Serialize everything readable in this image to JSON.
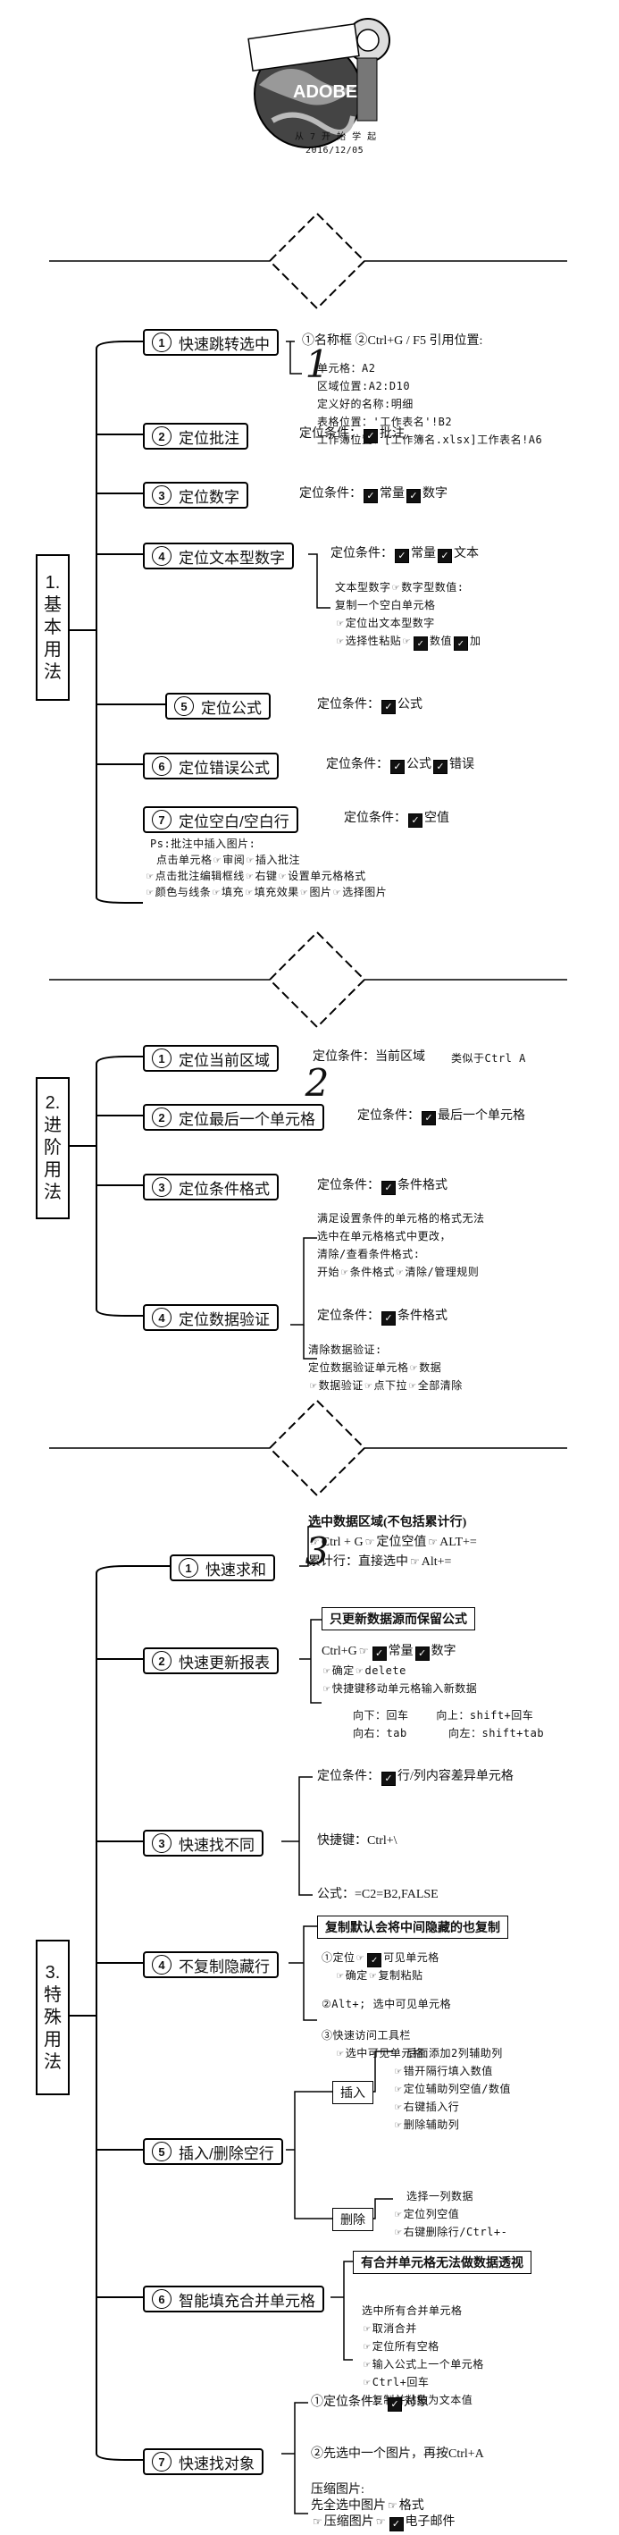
{
  "logo": {
    "text": "ADOBE",
    "sub1": "从 7 开 始 学 起",
    "sub2": "2016/12/05"
  },
  "sections": [
    {
      "num": "1",
      "category": [
        "1.",
        "基",
        "本",
        "用",
        "法"
      ]
    },
    {
      "num": "2",
      "category": [
        "2.",
        "进",
        "阶",
        "用",
        "法"
      ]
    },
    {
      "num": "3",
      "category": [
        "3.",
        "特",
        "殊",
        "用",
        "法"
      ]
    }
  ],
  "s1": {
    "n1": {
      "badge": "1",
      "label": "快速跳转选中",
      "title": "①名称框 ②Ctrl+G / F5 引用位置:",
      "lines": [
        "单元格：A2",
        "区域位置:A2:D10",
        "定义好的名称:明细",
        "表格位置：'工作表名'!B2",
        "工作簿位置：[工作簿名.xlsx]工作表名!A6"
      ]
    },
    "n2": {
      "badge": "2",
      "label": "定位批注",
      "cond": "定位条件：",
      "opt1": "批注"
    },
    "n3": {
      "badge": "3",
      "label": "定位数字",
      "cond": "定位条件：",
      "opt1": "常量",
      "opt2": "数字"
    },
    "n4": {
      "badge": "4",
      "label": "定位文本型数字",
      "cond": "定位条件：",
      "opt1": "常量",
      "opt2": "文本",
      "lines": [
        "文本型数字",
        "数字型数值:",
        "复制一个空白单元格",
        "定位出文本型数字",
        "选择性粘贴",
        "数值",
        "加"
      ]
    },
    "n5": {
      "badge": "5",
      "label": "定位公式",
      "cond": "定位条件：",
      "opt1": "公式"
    },
    "n6": {
      "badge": "6",
      "label": "定位错误公式",
      "cond": "定位条件：",
      "opt1": "公式",
      "opt2": "错误"
    },
    "n7": {
      "badge": "7",
      "label": "定位空白/空白行",
      "cond": "定位条件：",
      "opt1": "空值"
    },
    "notes": [
      "Ps:批注中插入图片:",
      "点击单元格",
      "审阅",
      "插入批注",
      "点击批注编辑框线",
      "右键",
      "设置单元格格式",
      "颜色与线条",
      "填充",
      "填充效果",
      "图片",
      "选择图片"
    ]
  },
  "s2": {
    "n1": {
      "badge": "1",
      "label": "定位当前区域",
      "cond": "定位条件：当前区域",
      "note": "类似于Ctrl A"
    },
    "n2": {
      "badge": "2",
      "label": "定位最后一个单元格",
      "cond": "定位条件：",
      "opt1": "最后一个单元格"
    },
    "n3": {
      "badge": "3",
      "label": "定位条件格式",
      "cond": "定位条件：",
      "opt1": "条件格式",
      "lines": [
        "满足设置条件的单元格的格式无法",
        "选中在单元格格式中更改，",
        "清除/查看条件格式:",
        "开始",
        "条件格式",
        "清除/管理规则"
      ]
    },
    "n4": {
      "badge": "4",
      "label": "定位数据验证",
      "cond": "定位条件：",
      "opt1": "条件格式",
      "lines": [
        "清除数据验证:",
        "定位数据验证单元格",
        "数据",
        "数据验证",
        "点下拉",
        "全部清除"
      ]
    }
  },
  "s3": {
    "n1": {
      "badge": "1",
      "label": "快速求和",
      "lines": [
        "选中数据区域(不包括累计行)",
        "Ctrl + G",
        "定位空值",
        "ALT+=",
        "累计行：直接选中",
        "Alt+="
      ]
    },
    "n2": {
      "badge": "2",
      "label": "快速更新报表",
      "head": "只更新数据源而保留公式",
      "lines": [
        "Ctrl+G",
        "常量",
        "数字",
        "确定",
        "delete",
        "快捷键移动单元格输入新数据"
      ],
      "keys": [
        "向下：回车",
        "向上：shift+回车",
        "向右：tab",
        "向左：shift+tab"
      ]
    },
    "n3": {
      "badge": "3",
      "label": "快速找不同",
      "cond": "定位条件：",
      "opt1": "行/列内容差异单元格",
      "shortcut": "快捷键：Ctrl+\\",
      "formula": "公式：=C2=B2,FALSE"
    },
    "n4": {
      "badge": "4",
      "label": "不复制隐藏行",
      "head": "复制默认会将中间隐藏的也复制",
      "lines": [
        "①定位",
        "可见单元格",
        "确定",
        "复制粘贴",
        "②Alt+; 选中可见单元格",
        "③快速访问工具栏",
        "选中可见单元格"
      ]
    },
    "n5": {
      "badge": "5",
      "label": "插入/删除空行",
      "ins": "插入",
      "del": "删除",
      "ins_lines": [
        "后面添加2列辅助列",
        "错开隔行填入数值",
        "定位辅助列空值/数值",
        "右键插入行",
        "删除辅助列"
      ],
      "del_lines": [
        "选择一列数据",
        "定位列空值",
        "右键删除行/Ctrl+-"
      ]
    },
    "n6": {
      "badge": "6",
      "label": "智能填充合并单元格",
      "head": "有合并单元格无法做数据透视",
      "lines": [
        "选中所有合并单元格",
        "取消合并",
        "定位所有空格",
        "输入公式上一个单元格",
        "Ctrl+回车",
        "复制并粘贴为文本值"
      ]
    },
    "n7": {
      "badge": "7",
      "label": "快速找对象",
      "cond": "①定位条件：",
      "opt1": "对象",
      "line2": "②先选中一个图片，再按Ctrl+A",
      "compress": "压缩图片:",
      "c1": "先全选中图片",
      "c2": "格式",
      "c3": "压缩图片",
      "c4": "电子邮件"
    }
  },
  "icons": {
    "check": "check-icon",
    "hand": "pointing-hand-icon"
  }
}
